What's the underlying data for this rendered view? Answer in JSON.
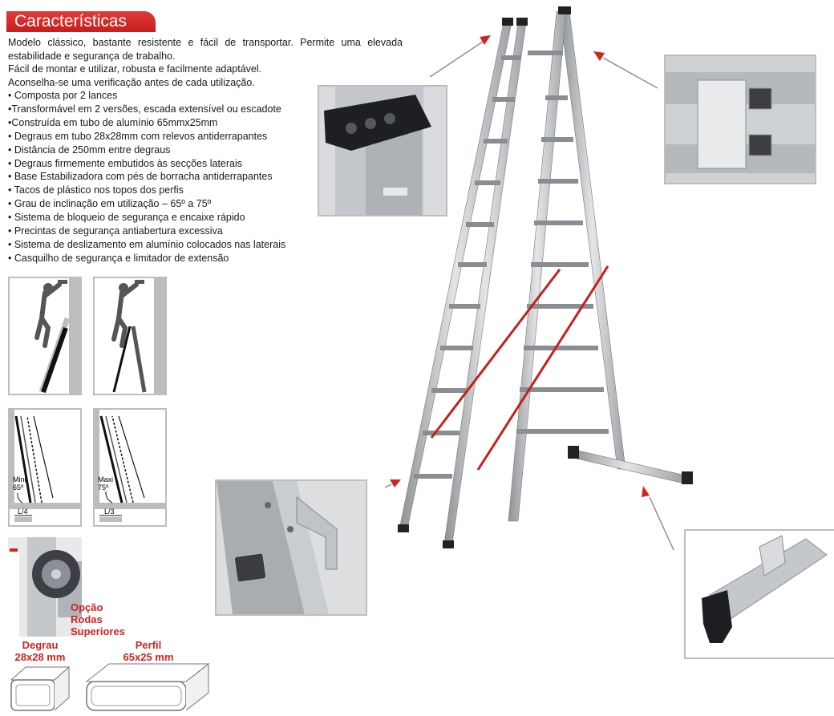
{
  "title": "Características",
  "intro": [
    "Modelo clássico, bastante resistente e fácil de transportar. Permite uma elevada estabilidade e segurança de trabalho.",
    "Fácil de montar e utilizar, robusta e facilmente adaptável.",
    "Aconselha-se uma verificação antes de cada utilização."
  ],
  "features": [
    "• Composta por 2 lances",
    "•Transformável em 2 versões, escada extensível ou escadote",
    "•Construída em tubo de alumínio 65mmx25mm",
    "• Degraus em tubo 28x28mm com relevos antiderrapantes",
    "• Distância de 250mm entre degraus",
    "• Degraus firmemente embutidos às secções laterais",
    "• Base Estabilizadora com pés de borracha antiderrapantes",
    "• Tacos de plástico nos topos dos perfis",
    "• Grau de inclinação em utilização – 65º a 75º",
    "• Sistema de bloqueio de segurança e encaixe rápido",
    "• Precintas de segurança antiabertura excessiva",
    "• Sistema de deslizamento em alumínio colocados nas laterais",
    "• Casquilho de segurança e limitador de extensão"
  ],
  "diagrams": {
    "mini_label": "Mini",
    "mini_angle": "65º",
    "mini_base": "L/4",
    "maxi_label": "Maxi",
    "maxi_angle": "75º",
    "maxi_base": "L/3"
  },
  "option": {
    "line1": "Opção",
    "line2": "Rodas",
    "line3": "Superiores"
  },
  "profiles": {
    "rung_title": "Degrau",
    "rung_size": "28x28 mm",
    "rail_title": "Perfil",
    "rail_size": "65x25 mm"
  },
  "colors": {
    "accent": "#d12320",
    "aluminium": "#b9bcc0",
    "frame": "#bdbdbd"
  }
}
